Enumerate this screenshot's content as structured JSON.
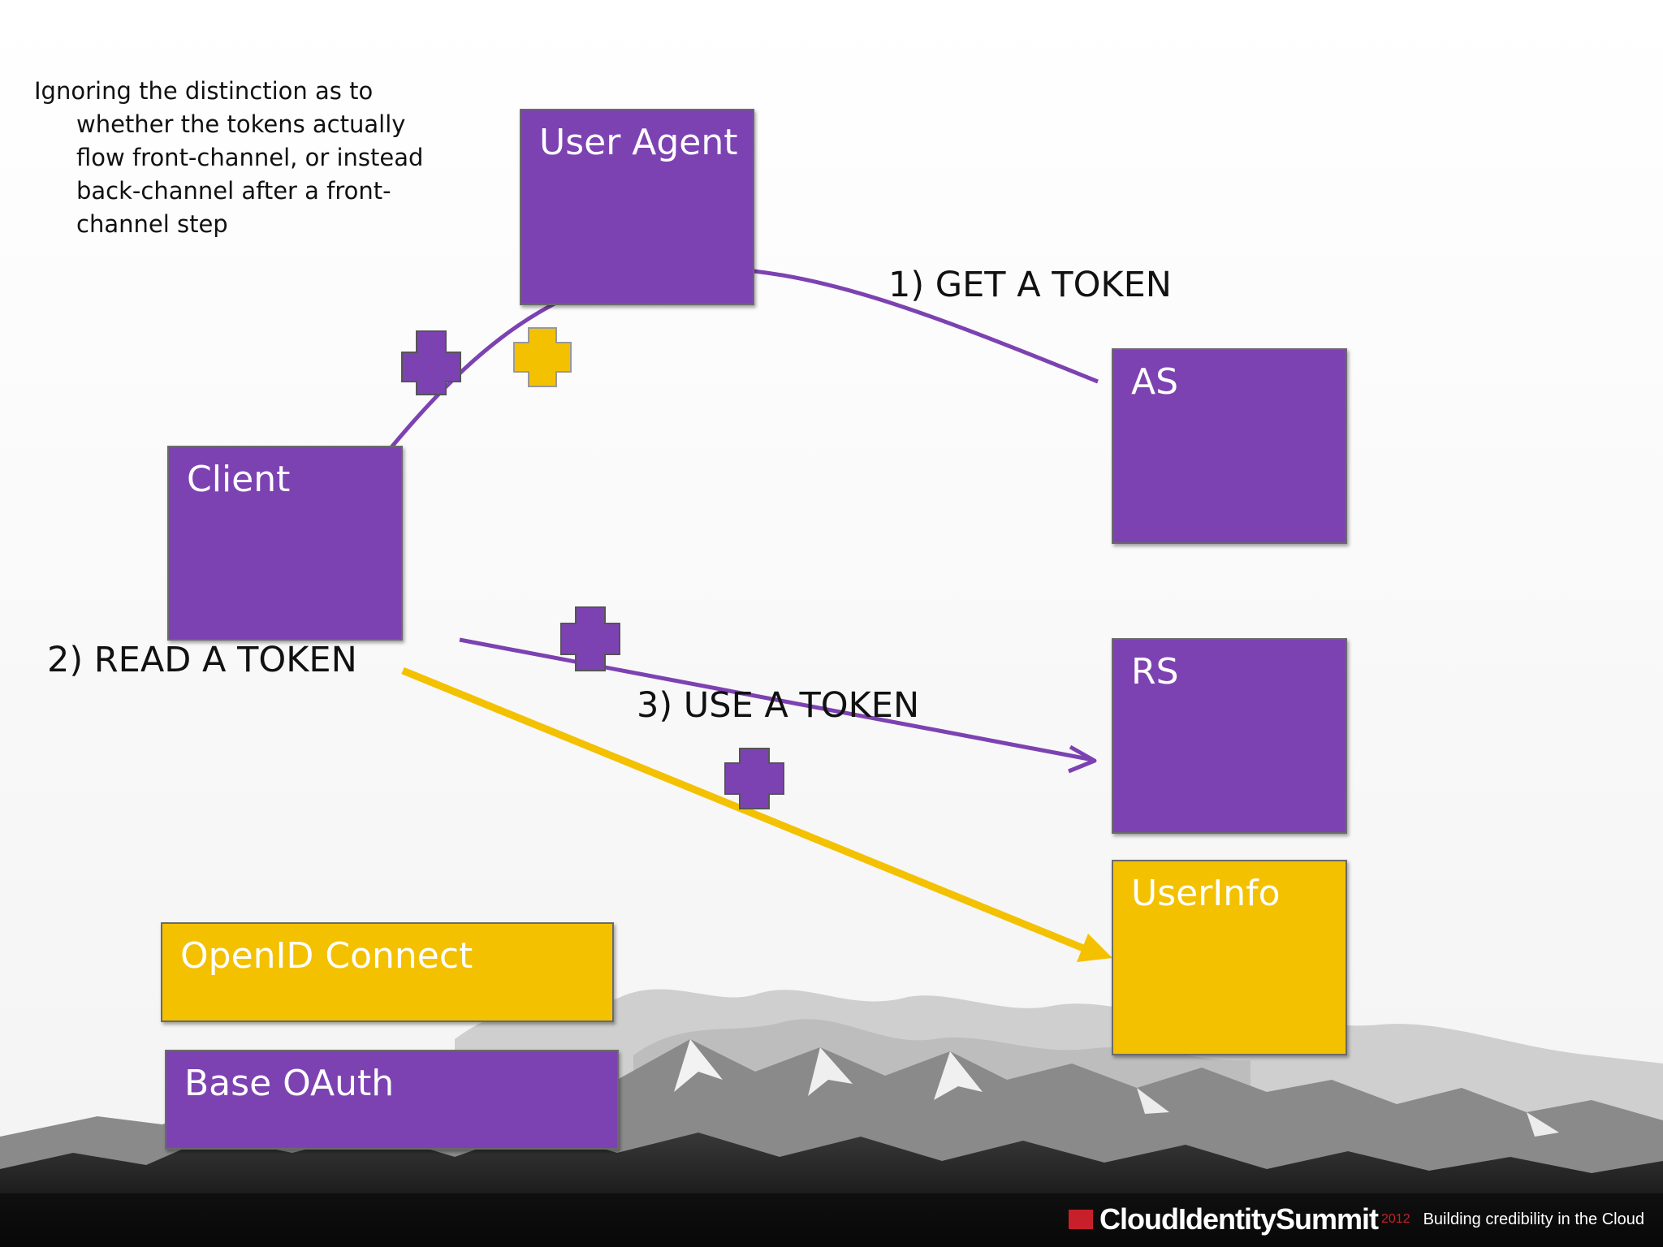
{
  "note": {
    "lines": [
      "Ignoring the distinction as to",
      "whether the tokens actually",
      "flow front-channel, or instead",
      "back-channel after a front-",
      "channel step"
    ]
  },
  "boxes": {
    "user_agent": "User Agent",
    "client": "Client",
    "as": "AS",
    "rs": "RS",
    "userinfo": "UserInfo",
    "openid_connect": "OpenID Connect",
    "base_oauth": "Base OAuth"
  },
  "labels": {
    "get_token": "1) GET A TOKEN",
    "read_token": "2) READ A TOKEN",
    "use_token": "3) USE A TOKEN"
  },
  "branding": {
    "name": "CloudIdentitySummit",
    "year": "2012",
    "tagline": "Building credibility in the Cloud"
  },
  "colors": {
    "purple": "#7d42b1",
    "yellow": "#f3c100",
    "background": "#ffffff"
  }
}
